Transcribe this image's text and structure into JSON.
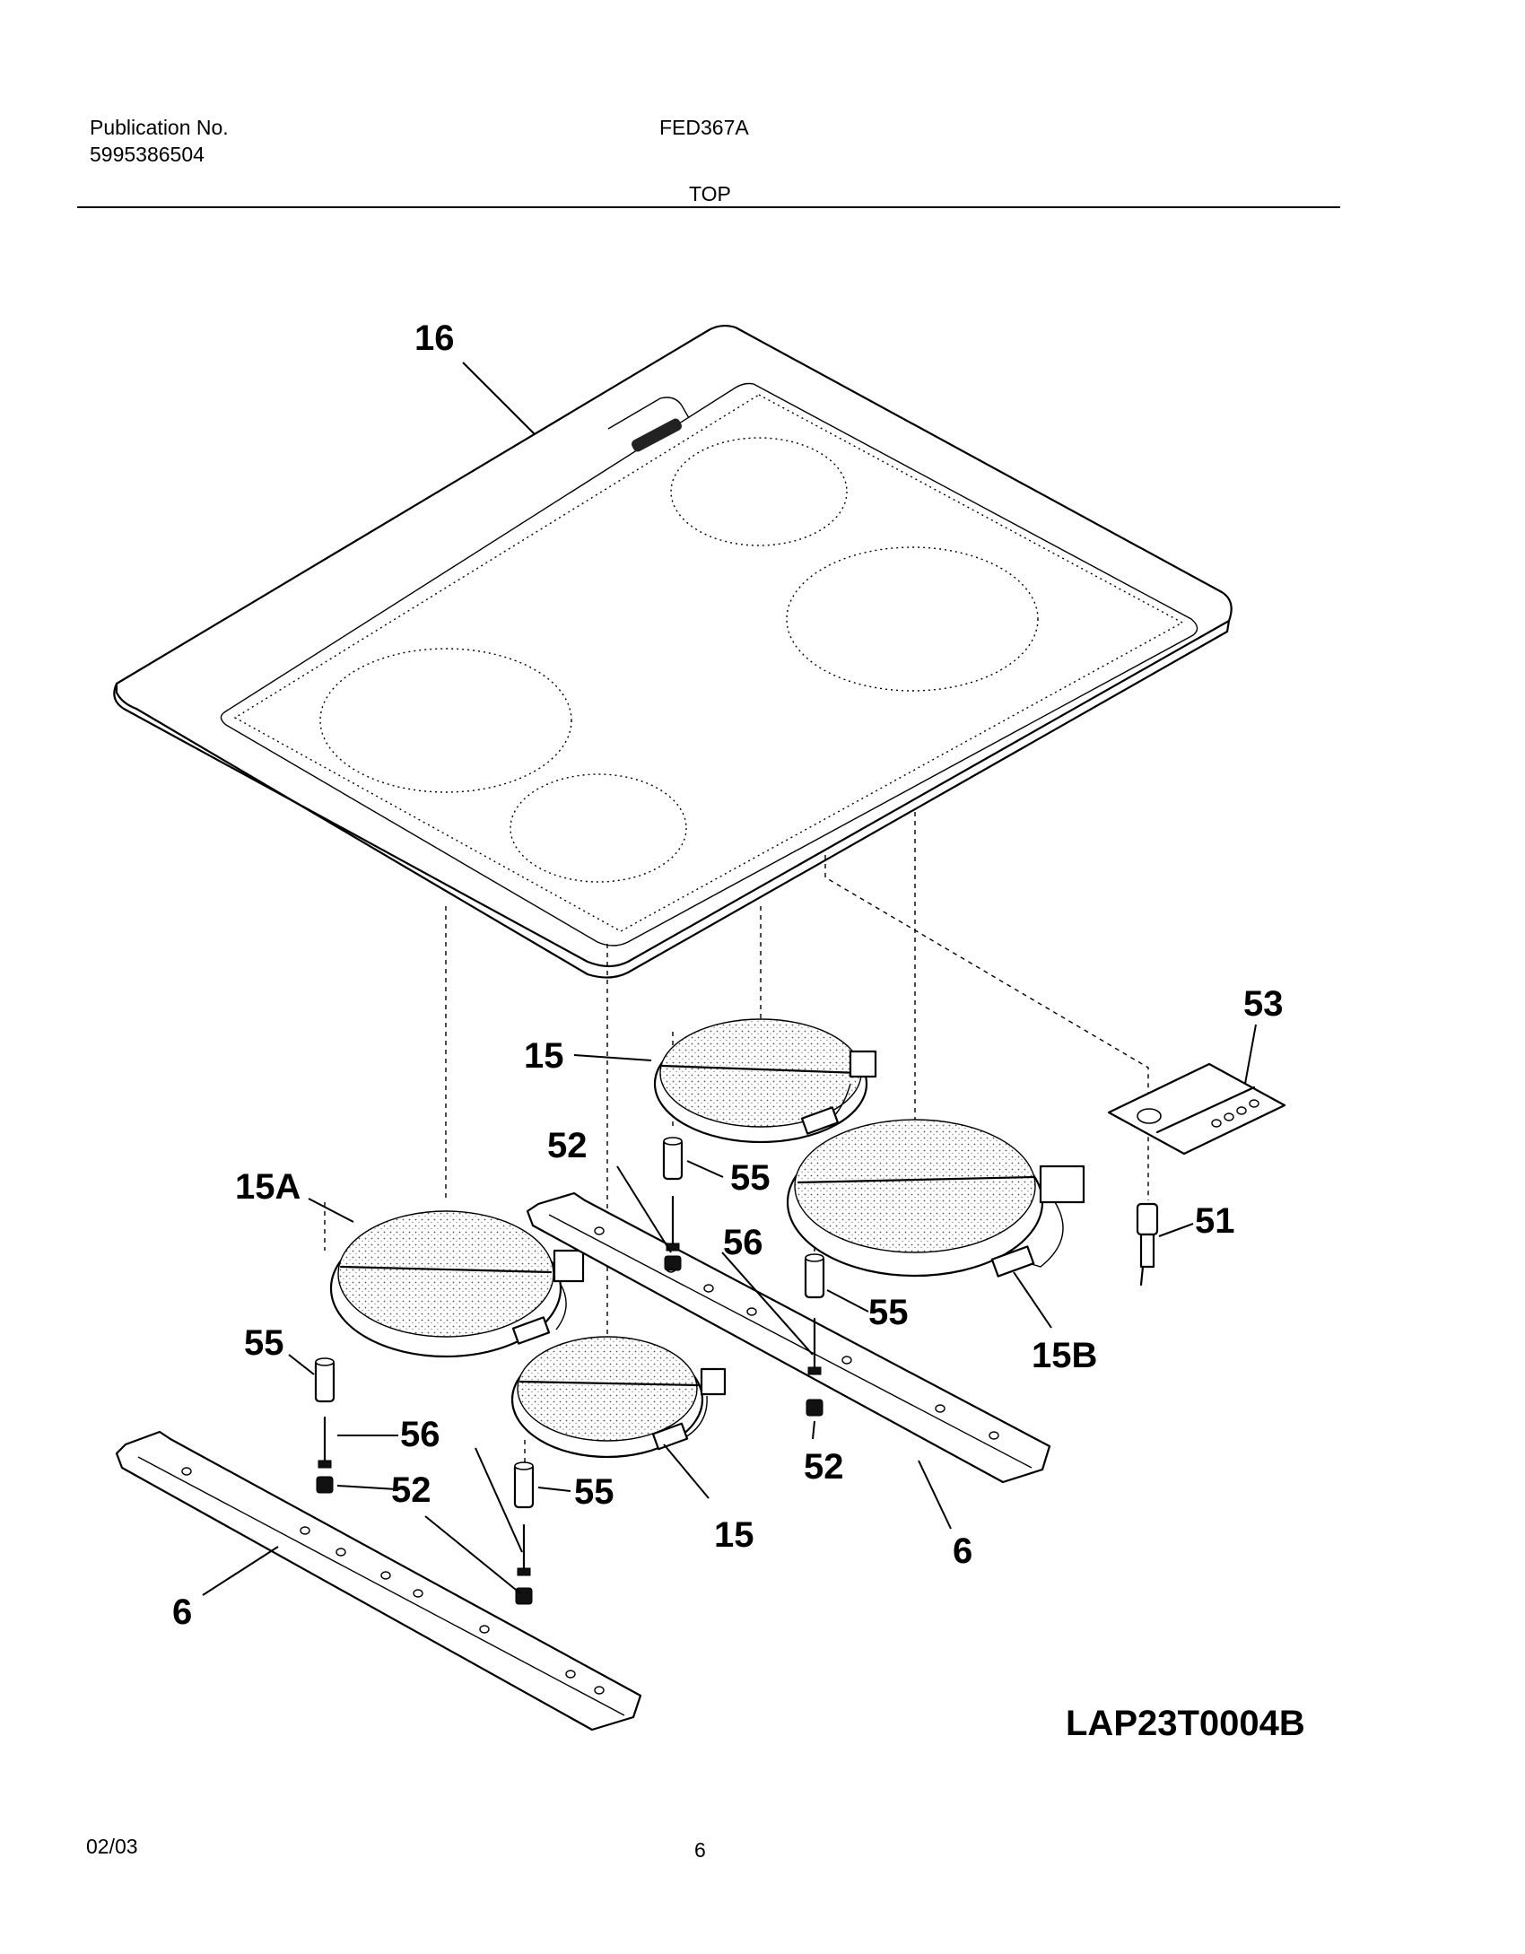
{
  "header": {
    "publication_label": "Publication No.",
    "publication_number": "5995386504",
    "model": "FED367A",
    "section": "TOP"
  },
  "callouts": {
    "c16": "16",
    "c53": "53",
    "c15_top": "15",
    "c52_top": "52",
    "c55_top": "55",
    "c15A": "15A",
    "c56_mid": "56",
    "c51": "51",
    "c55_mid": "55",
    "c15B": "15B",
    "c55_left": "55",
    "c56_left": "56",
    "c52_left": "52",
    "c55_low": "55",
    "c52_right": "52",
    "c15_low": "15",
    "c6_right": "6",
    "c6_left": "6"
  },
  "drawing_ref": "LAP23T0004B",
  "footer": {
    "date": "02/03",
    "page": "6"
  }
}
